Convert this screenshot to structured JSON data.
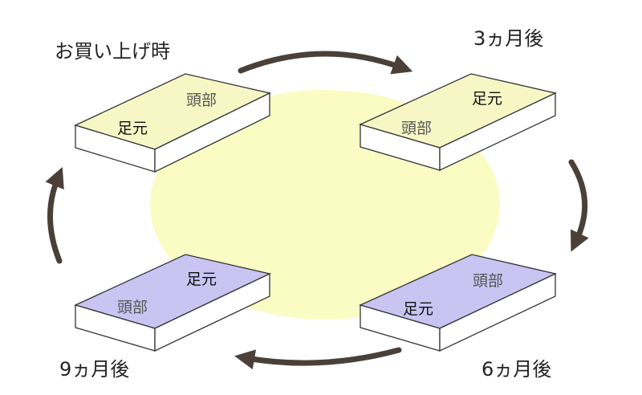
{
  "captions": {
    "purchase": "お買い上げ時",
    "three_months": "3ヵ月後",
    "six_months": "6ヵ月後",
    "nine_months": "9ヵ月後"
  },
  "mattress_labels": {
    "head": "頭部",
    "foot": "足元"
  },
  "colors": {
    "background_circle": "#fafcc4",
    "mattress_yellow": "#f7f7c6",
    "mattress_purple": "#c9c4f2",
    "mattress_side": "#ffffff",
    "outline": "#333333",
    "arrow": "#4a4038",
    "head_text": "#555555",
    "foot_text": "#111111"
  }
}
